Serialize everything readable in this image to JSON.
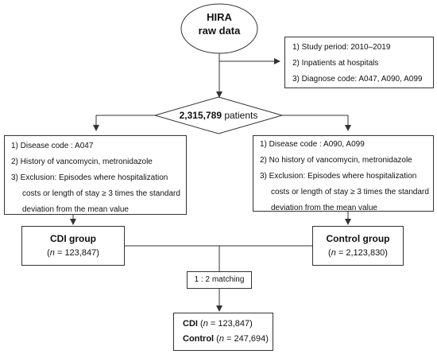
{
  "source": {
    "line1": "HIRA",
    "line2": "raw data"
  },
  "criteria": [
    "1) Study period: 2010–2019",
    "2) Inpatients at hospitals",
    "3) Diagnose code:  A047, A090, A099"
  ],
  "decision": {
    "count": "2,315,789",
    "suffix": " patients"
  },
  "cdi_criteria": [
    "1) Disease code : A047",
    "2) History of vancomycin, metronidazole",
    "3) Exclusion: Episodes where hospitalization",
    "costs or length of stay ≥ 3 times the standard",
    "deviation from the mean value"
  ],
  "control_criteria": [
    "1) Disease code : A090, A099",
    "2) No history of vancomycin, metronidazole",
    "3) Exclusion: Episodes where hospitalization",
    "costs or length of stay ≥ 3 times the standard",
    "deviation from the mean value"
  ],
  "cdi_group": {
    "title": "CDI group",
    "n_prefix": "(",
    "n_var": "n",
    "n_value": " = 123,847)"
  },
  "control_group": {
    "title": "Control group",
    "n_prefix": "(",
    "n_var": "n",
    "n_value": " = 2,123,830)"
  },
  "matching": "1 : 2 matching",
  "result": {
    "cdi_label": "CDI",
    "cdi_prefix": " (",
    "cdi_var": "n",
    "cdi_value": " = 123,847)",
    "control_label": "Control",
    "control_prefix": " (",
    "control_var": "n",
    "control_value": " = 247,694)"
  }
}
